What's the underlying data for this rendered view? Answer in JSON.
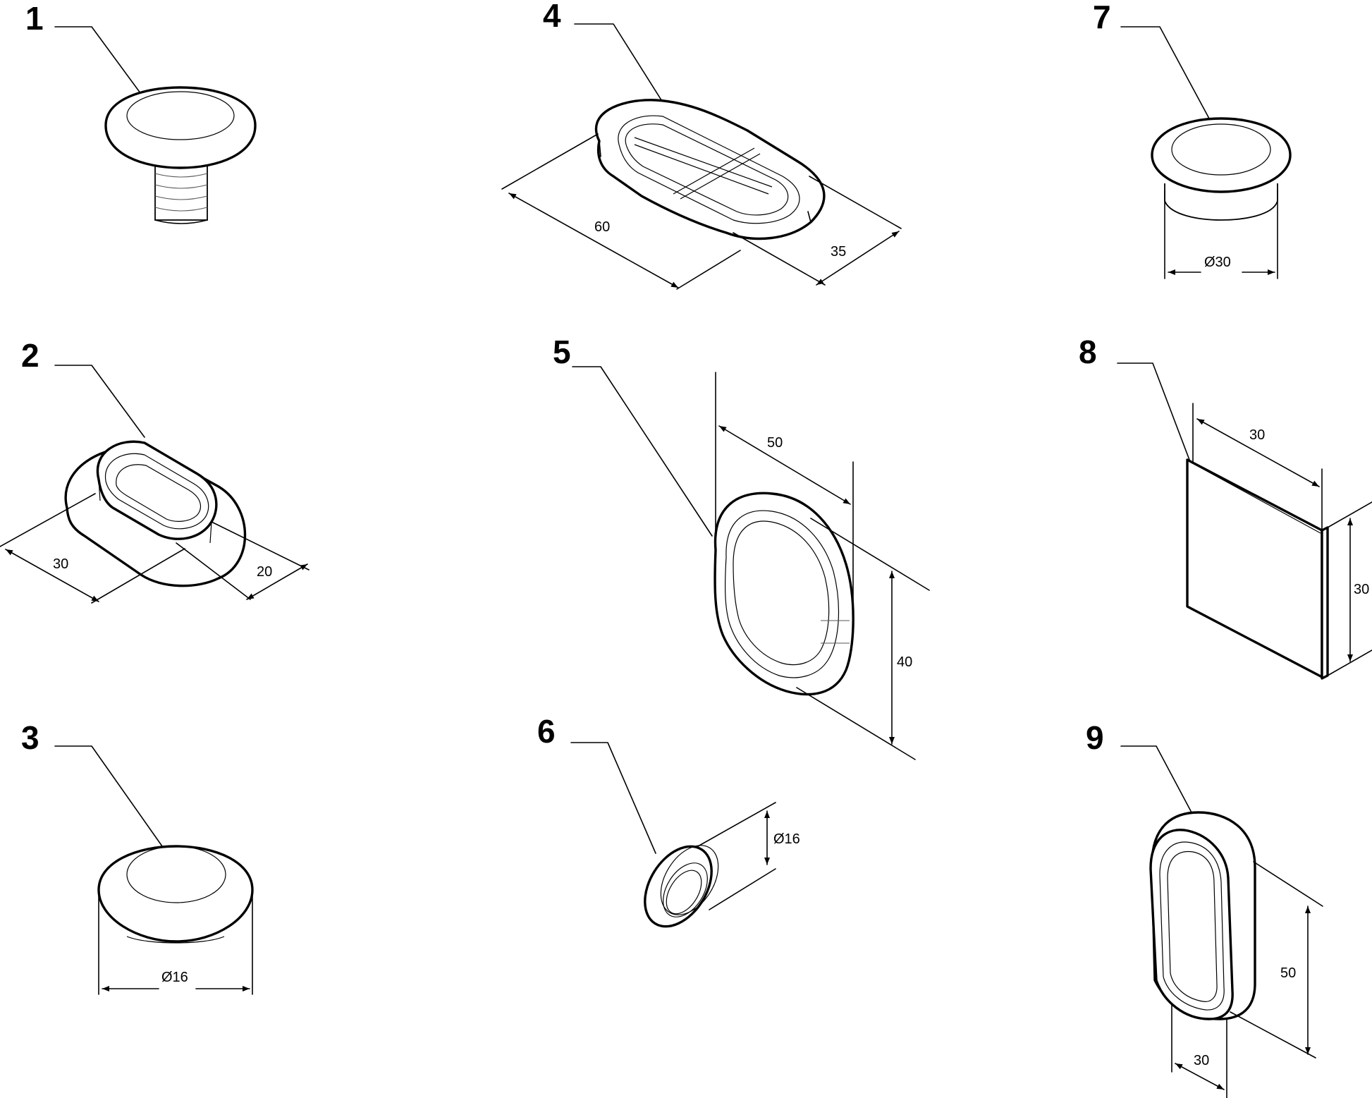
{
  "parts": [
    {
      "id": "1",
      "label": "1",
      "dims": []
    },
    {
      "id": "2",
      "label": "2",
      "dims": [
        "30",
        "20"
      ]
    },
    {
      "id": "3",
      "label": "3",
      "dims": [
        "Ø16"
      ]
    },
    {
      "id": "4",
      "label": "4",
      "dims": [
        "60",
        "35"
      ]
    },
    {
      "id": "5",
      "label": "5",
      "dims": [
        "50",
        "40"
      ]
    },
    {
      "id": "6",
      "label": "6",
      "dims": [
        "Ø16"
      ]
    },
    {
      "id": "7",
      "label": "7",
      "dims": [
        "Ø30"
      ]
    },
    {
      "id": "8",
      "label": "8",
      "dims": [
        "30",
        "30"
      ]
    },
    {
      "id": "9",
      "label": "9",
      "dims": [
        "50",
        "30"
      ]
    }
  ]
}
